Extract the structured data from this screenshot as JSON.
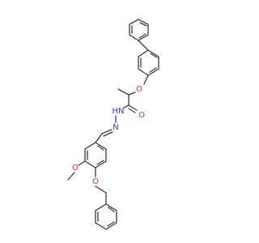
{
  "atoms": {
    "o_ether_top": {
      "text": "O",
      "color": "#e8332a"
    },
    "o_carbonyl": {
      "text": "O",
      "color": "#e8332a"
    },
    "nh": {
      "text": "HN",
      "color": "#2b3bd8"
    },
    "n_imine": {
      "text": "N",
      "color": "#2b3bd8"
    },
    "o_methoxy": {
      "text": "O",
      "color": "#e8332a"
    },
    "o_benzyl": {
      "text": "O",
      "color": "#e8332a"
    }
  },
  "colors": {
    "bond": "#3a3a3a",
    "oxygen": "#e8332a",
    "nitrogen": "#2b3bd8"
  }
}
